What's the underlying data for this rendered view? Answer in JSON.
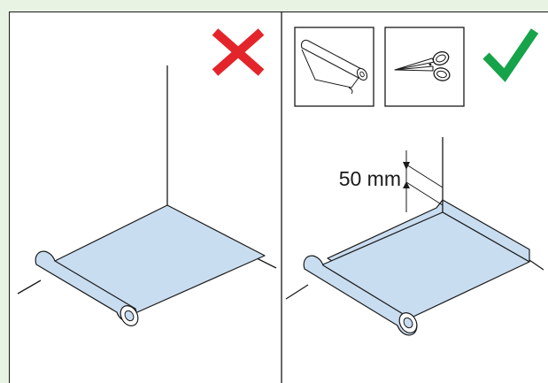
{
  "panels": [
    {
      "id": "incorrect",
      "verdict_icon": "red-cross-icon",
      "colors": {
        "verdict": "#e4242b",
        "membrane": "#c9ddf1"
      }
    },
    {
      "id": "correct",
      "verdict_icon": "green-check-icon",
      "tool_icons": [
        "membrane-roll-icon",
        "scissors-icon"
      ],
      "dimension": {
        "label": "50 mm"
      },
      "colors": {
        "verdict": "#16a34a",
        "membrane": "#c9ddf1"
      }
    }
  ]
}
